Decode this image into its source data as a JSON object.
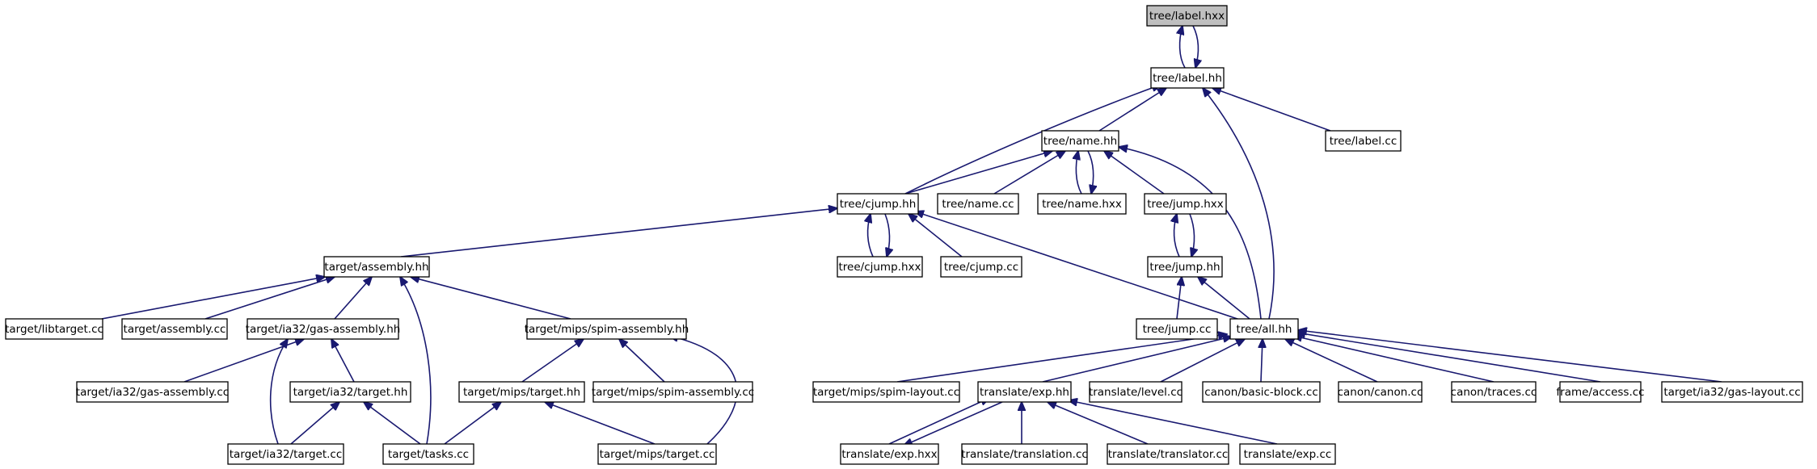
{
  "nodes": {
    "label_hxx": "tree/label.hxx",
    "label_hh": "tree/label.hh",
    "name_hh": "tree/name.hh",
    "label_cc": "tree/label.cc",
    "cjump_hh": "tree/cjump.hh",
    "name_cc": "tree/name.cc",
    "name_hxx": "tree/name.hxx",
    "jump_hxx": "tree/jump.hxx",
    "assembly_hh": "target/assembly.hh",
    "cjump_hxx": "tree/cjump.hxx",
    "cjump_cc": "tree/cjump.cc",
    "jump_hh": "tree/jump.hh",
    "libtarget_cc": "target/libtarget.cc",
    "assembly_cc": "target/assembly.cc",
    "gas_assembly_hh": "target/ia32/gas-assembly.hh",
    "spim_assembly_hh": "target/mips/spim-assembly.hh",
    "jump_cc": "tree/jump.cc",
    "all_hh": "tree/all.hh",
    "gas_assembly_cc": "target/ia32/gas-assembly.cc",
    "ia32_target_hh": "target/ia32/target.hh",
    "mips_target_hh": "target/mips/target.hh",
    "spim_assembly_cc": "target/mips/spim-assembly.cc",
    "spim_layout_cc": "target/mips/spim-layout.cc",
    "exp_hh": "translate/exp.hh",
    "level_cc": "translate/level.cc",
    "basic_block_cc": "canon/basic-block.cc",
    "canon_cc": "canon/canon.cc",
    "traces_cc": "canon/traces.cc",
    "access_cc": "frame/access.cc",
    "gas_layout_cc": "target/ia32/gas-layout.cc",
    "ia32_target_cc": "target/ia32/target.cc",
    "tasks_cc": "target/tasks.cc",
    "mips_target_cc": "target/mips/target.cc",
    "exp_hxx": "translate/exp.hxx",
    "translation_cc": "translate/translation.cc",
    "translator_cc": "translate/translator.cc",
    "exp_cc": "translate/exp.cc"
  }
}
